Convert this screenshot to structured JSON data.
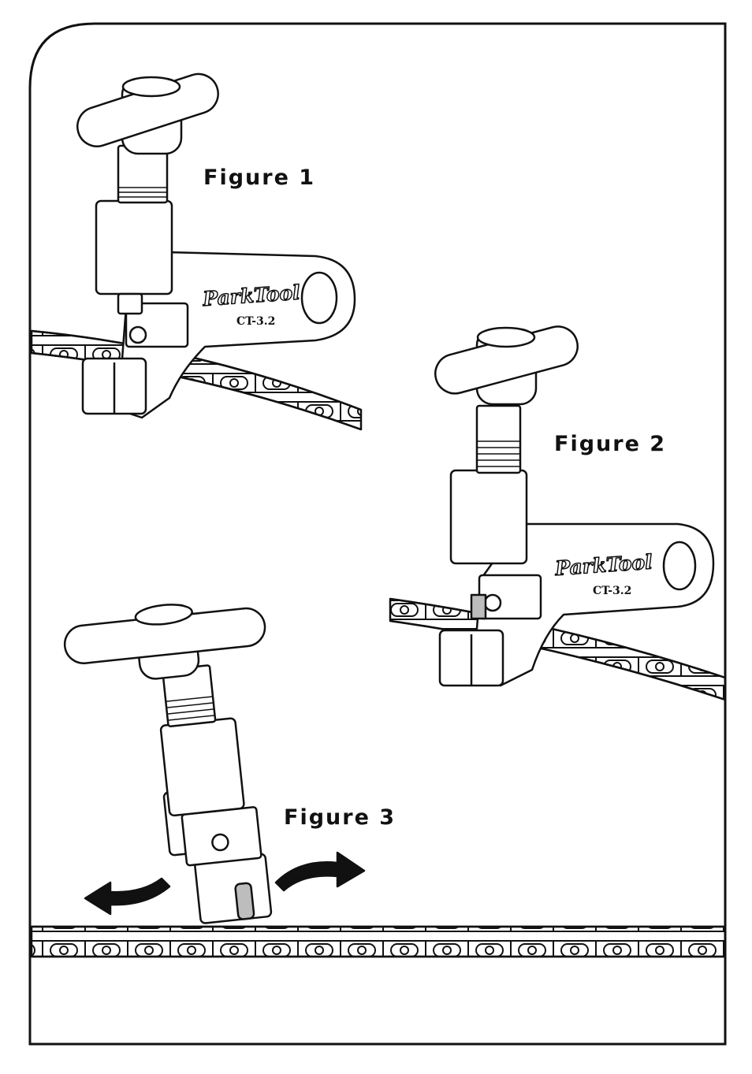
{
  "figures": [
    {
      "label": "Figure 1",
      "brand": "ParkTool",
      "model": "CT-3.2"
    },
    {
      "label": "Figure 2",
      "brand": "ParkTool",
      "model": "CT-3.2"
    },
    {
      "label": "Figure 3"
    }
  ],
  "colors": {
    "line": "#111111",
    "pin": "#bdbdbd",
    "paper": "#ffffff"
  }
}
